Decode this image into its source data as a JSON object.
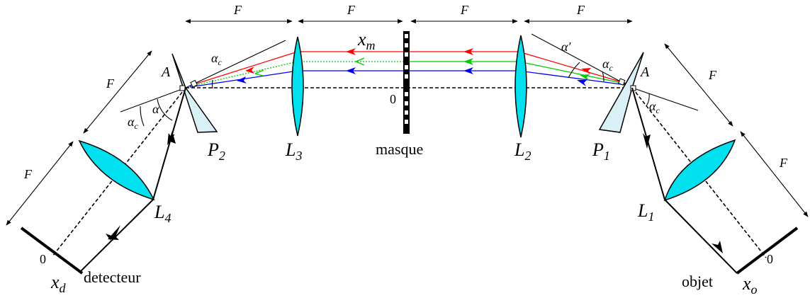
{
  "labels": {
    "F": "F",
    "x_m": "x",
    "x_m_sub": "m",
    "x_d": "x",
    "x_d_sub": "d",
    "x_o": "x",
    "x_o_sub": "o",
    "zero": "0",
    "masque": "masque",
    "detecteur": "detecteur",
    "objet": "objet",
    "L1": "L",
    "L1_sub": "1",
    "L2": "L",
    "L2_sub": "2",
    "L3": "L",
    "L3_sub": "3",
    "L4": "L",
    "L4_sub": "4",
    "P1": "P",
    "P1_sub": "1",
    "P2": "P",
    "P2_sub": "2",
    "A": "A",
    "alpha": "α",
    "alpha_prime": "α′",
    "alpha_c": "α",
    "alpha_c_sub": "c"
  },
  "colors": {
    "lens": "#00e0ee",
    "prism": "#d8f0f6",
    "ray_red": "#ff0000",
    "ray_green": "#00cc00",
    "ray_blue": "#0000ee",
    "ink": "#000000"
  }
}
